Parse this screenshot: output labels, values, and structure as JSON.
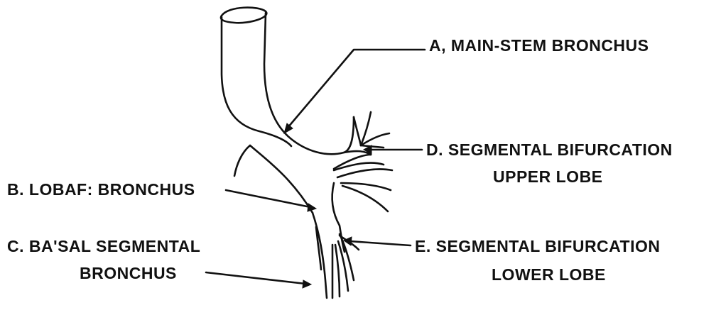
{
  "labels": {
    "a": "A, MAIN-STEM BRONCHUS",
    "b": "B. LOBAF: BRONCHUS",
    "c_line1": "C. BA'SAL SEGMENTAL",
    "c_line2": "BRONCHUS",
    "d_line1": "D. SEGMENTAL BIFURCATION",
    "d_line2": "UPPER LOBE",
    "e_line1": "E. SEGMENTAL BIFURCATION",
    "e_line2": "LOWER LOBE"
  },
  "colors": {
    "ink": "#111111",
    "background": "#ffffff"
  }
}
